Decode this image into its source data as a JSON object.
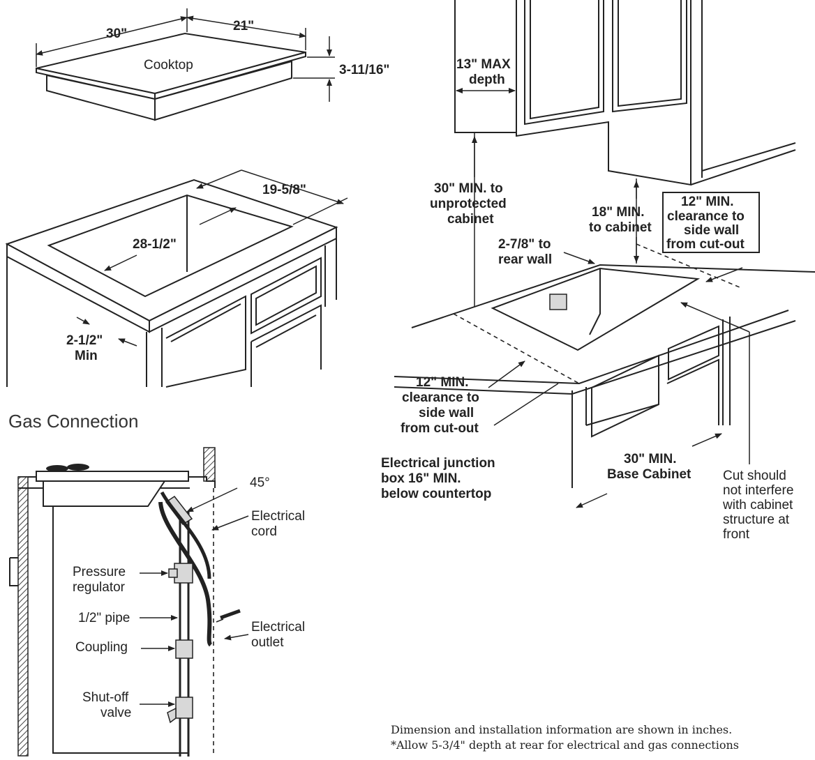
{
  "cooktop": {
    "label": "Cooktop",
    "width": "30\"",
    "depth": "21\"",
    "height": "3-11/16\""
  },
  "cutout": {
    "depth": "19-5/8\"",
    "width": "28-1/2\"",
    "front_min_line1": "2-1/2\"",
    "front_min_line2": "Min"
  },
  "gas": {
    "title": "Gas Connection",
    "angle": "45°",
    "electrical_cord_line1": "Electrical",
    "electrical_cord_line2": "cord",
    "pressure_regulator_line1": "Pressure",
    "pressure_regulator_line2": "regulator",
    "pipe": "1/2\" pipe",
    "coupling": "Coupling",
    "shutoff_line1": "Shut-off",
    "shutoff_line2": "valve",
    "outlet_line1": "Electrical",
    "outlet_line2": "outlet"
  },
  "install": {
    "max_depth_line1": "13\" MAX",
    "max_depth_line2": "depth",
    "min30_line1": "30\" MIN. to",
    "min30_line2": "unprotected",
    "min30_line3": "cabinet",
    "min18_line1": "18\" MIN.",
    "min18_line2": "to cabinet",
    "side_right_line1": "12\" MIN.",
    "side_right_line2": "clearance to",
    "side_right_line3": "side wall",
    "side_right_line4": "from cut-out",
    "rear_line1": "2-7/8\" to",
    "rear_line2": "rear wall",
    "side_left_line1": "12\" MIN.",
    "side_left_line2": "clearance to",
    "side_left_line3": "side wall",
    "side_left_line4": "from cut-out",
    "junction_line1": "Electrical junction",
    "junction_line2": "box 16\" MIN.",
    "junction_line3": "below countertop",
    "base_line1": "30\" MIN.",
    "base_line2": "Base Cabinet",
    "cut_line1": "Cut should",
    "cut_line2": "not interfere",
    "cut_line3": "with cabinet",
    "cut_line4": "structure at",
    "cut_line5": "front"
  },
  "notes": {
    "line1": "Dimension and installation information are shown in inches.",
    "line2": "*Allow 5-3/4\" depth at rear for electrical and gas connections"
  }
}
